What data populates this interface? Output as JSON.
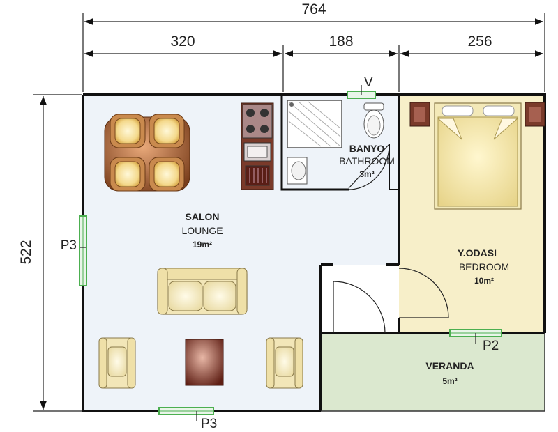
{
  "dimensions": {
    "total_width": "764",
    "segment_1": "320",
    "segment_2": "188",
    "segment_3": "256",
    "total_height": "522"
  },
  "rooms": {
    "salon": {
      "name": "SALON",
      "sub": "LOUNGE",
      "area": "19m²"
    },
    "banyo": {
      "name": "BANYO",
      "sub": "BATHROOM",
      "area": "3m²"
    },
    "bedroom": {
      "name": "Y.ODASI",
      "sub": "BEDROOM",
      "area": "10m²"
    },
    "veranda": {
      "name": "VERANDA",
      "area": "5m²"
    }
  },
  "openings": {
    "vent": "V",
    "window_left": "P3",
    "window_bottom": "P3",
    "window_bedroom": "P2"
  },
  "colors": {
    "lounge_fill": "#eef3f9",
    "bedroom_fill": "#f7efc9",
    "veranda_fill": "#dbe8cf",
    "window_green": "#4caf50",
    "table_brown": "#8a4f2a",
    "kitchen_brown": "#7a3a2a"
  }
}
